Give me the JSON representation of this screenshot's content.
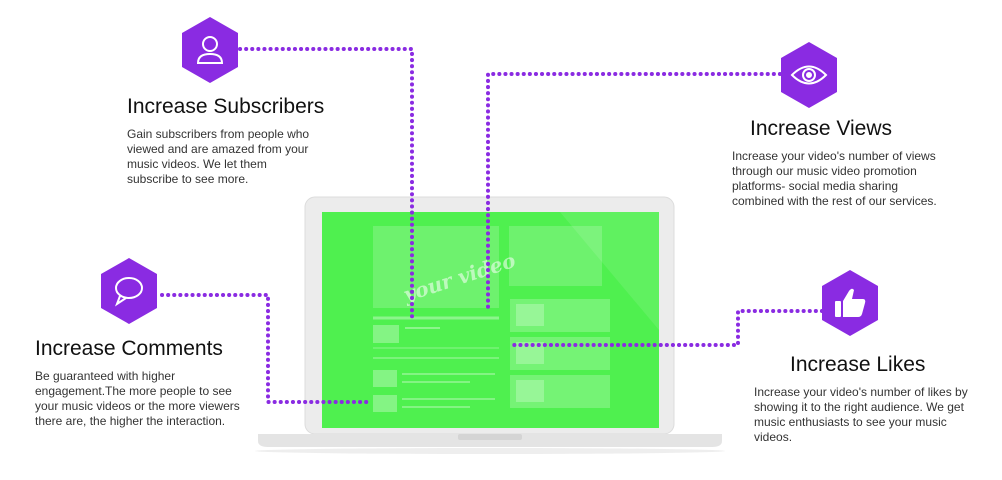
{
  "theme": {
    "accent": "#8a2be2",
    "screen": "#4ff04f",
    "laptop_body": "#e8e8e8"
  },
  "laptop": {
    "watermark": "your video"
  },
  "features": [
    {
      "key": "subscribers",
      "icon": "user-icon",
      "title": "Increase Subscribers",
      "text": "Gain subscribers from people who viewed and are amazed from your music videos. We let them subscribe to see more."
    },
    {
      "key": "views",
      "icon": "eye-icon",
      "title": "Increase Views",
      "text": "Increase your video's number of views through our music video promotion platforms- social media sharing combined with the rest of our services."
    },
    {
      "key": "comments",
      "icon": "speech-bubble-icon",
      "title": "Increase Comments",
      "text": "Be guaranteed with higher engagement.The more people to see your music videos or the more viewers there are, the higher the interaction."
    },
    {
      "key": "likes",
      "icon": "thumbs-up-icon",
      "title": "Increase Likes",
      "text": "Increase your video's number of likes by showing it to the right audience. We get music enthusiasts to see your music videos."
    }
  ]
}
